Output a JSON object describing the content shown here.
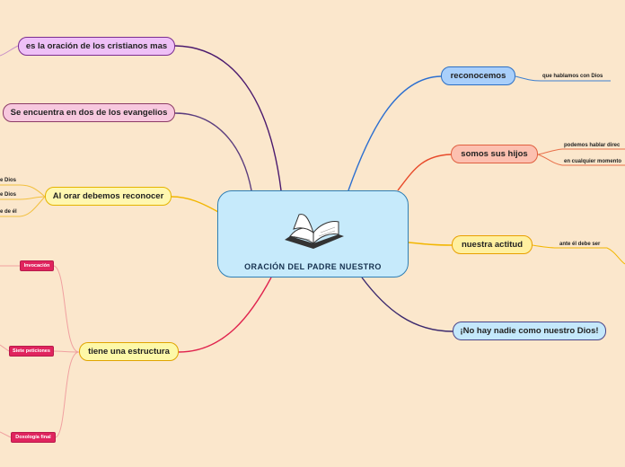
{
  "central": {
    "title": "ORACIÓN DEL PADRE NUESTRO",
    "icon": "open-book-icon"
  },
  "left_topics": [
    {
      "label": "es la oración de los cristianos mas",
      "color": "#eec0f7",
      "border": "#7b2e90"
    },
    {
      "label": "Se encuentra en dos de los evangelios",
      "color": "#f7c8de",
      "border": "#8c3c66"
    },
    {
      "label": "Al orar debemos reconocer",
      "color": "#fff7b0",
      "border": "#e5b400"
    },
    {
      "label": "tiene una estructura",
      "color": "#fdf8a8",
      "border": "#e0a400"
    }
  ],
  "right_topics": [
    {
      "label": "reconocemos",
      "color": "#a9cffa",
      "border": "#2c6fc4"
    },
    {
      "label": "somos sus hijos",
      "color": "#fcc0b0",
      "border": "#e06040"
    },
    {
      "label": "nuestra actitud",
      "color": "#fff0a0",
      "border": "#e9a000"
    },
    {
      "label": "¡No hay nadie como nuestro Dios!",
      "color": "#c4e8fb",
      "border": "#4a4488"
    }
  ],
  "right_leaves": [
    "que hablamos con Dios",
    "podemos hablar direc",
    "en cualquier momento",
    "ante él debe ser"
  ],
  "left_leaves": [
    "e Dios",
    "e Dios",
    "e de él"
  ],
  "structure_tags": [
    "Invocación",
    "Siete peticiones",
    "Doxología final"
  ]
}
